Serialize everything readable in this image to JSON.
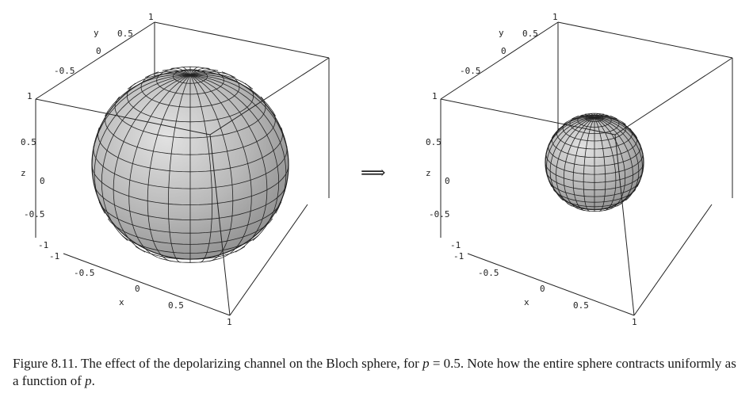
{
  "figure": {
    "left_plot": {
      "y_ticks": [
        "0.5",
        "0",
        "-0.5",
        "1"
      ],
      "y_label": "y",
      "z_ticks": [
        "1",
        "0.5",
        "0",
        "-0.5",
        "-1"
      ],
      "z_label": "z",
      "x_ticks": [
        "-1",
        "-0.5",
        "0",
        "0.5",
        "1"
      ],
      "x_label": "x",
      "sphere_radius": 1.0
    },
    "right_plot": {
      "y_ticks": [
        "0.5",
        "0",
        "-0.5",
        "1"
      ],
      "y_label": "y",
      "z_ticks": [
        "1",
        "0.5",
        "0",
        "-0.5",
        "-1"
      ],
      "z_label": "z",
      "x_ticks": [
        "-1",
        "-0.5",
        "0",
        "0.5",
        "1"
      ],
      "x_label": "x",
      "sphere_radius": 0.5
    },
    "arrow": "⟹"
  },
  "caption": {
    "part1": "Figure 8.11. The effect of the depolarizing channel on the Bloch sphere, for ",
    "p_symbol": "p",
    "part2": " = 0.5. Note how the entire sphere contracts uniformly as a function of ",
    "p_symbol_2": "p",
    "part3": "."
  },
  "colors": {
    "sphere_fill": "#b5b5b5",
    "grid_line": "#222222",
    "box_line": "#222222"
  }
}
